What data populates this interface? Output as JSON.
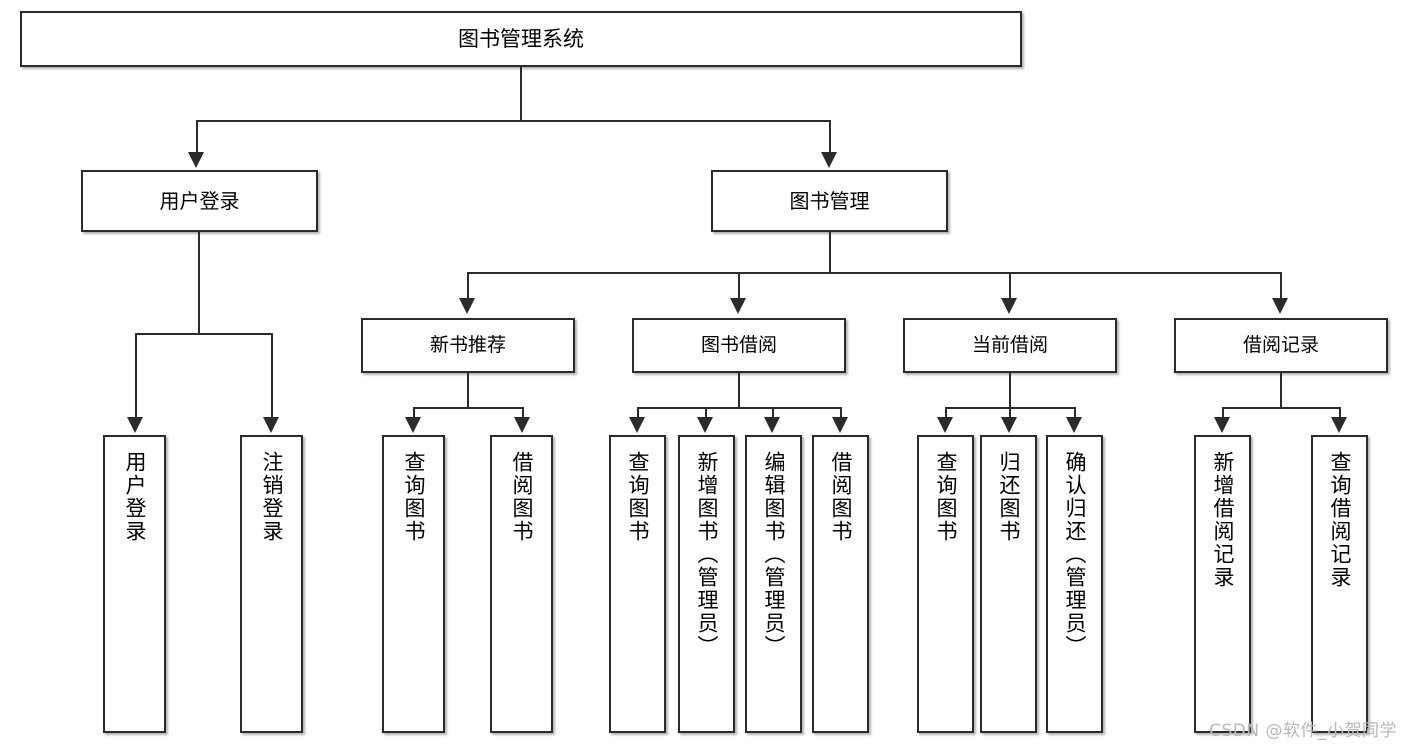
{
  "diagram": {
    "title": "图书管理系统",
    "watermark": "CSDN @软件_小贺同学",
    "colors": {
      "stroke": "#2b2b2b",
      "fill": "#ffffff",
      "text": "#000000",
      "watermark": "#b9b9b9"
    },
    "root": {
      "label": "图书管理系统"
    },
    "level2": [
      {
        "label": "用户登录"
      },
      {
        "label": "图书管理"
      }
    ],
    "level3": [
      {
        "label": "新书推荐"
      },
      {
        "label": "图书借阅"
      },
      {
        "label": "当前借阅"
      },
      {
        "label": "借阅记录"
      }
    ],
    "leaves": {
      "user_login": [
        {
          "label": "用户登录"
        },
        {
          "label": "注销登录"
        }
      ],
      "new_book_recommend": [
        {
          "label": "查询图书"
        },
        {
          "label": "借阅图书"
        }
      ],
      "book_borrow": [
        {
          "label": "查询图书"
        },
        {
          "label": "新增图书（管理员）"
        },
        {
          "label": "编辑图书（管理员）"
        },
        {
          "label": "借阅图书"
        }
      ],
      "current_borrow": [
        {
          "label": "查询图书"
        },
        {
          "label": "归还图书"
        },
        {
          "label": "确认归还（管理员）"
        }
      ],
      "borrow_record": [
        {
          "label": "新增借阅记录"
        },
        {
          "label": "查询借阅记录"
        }
      ]
    }
  }
}
